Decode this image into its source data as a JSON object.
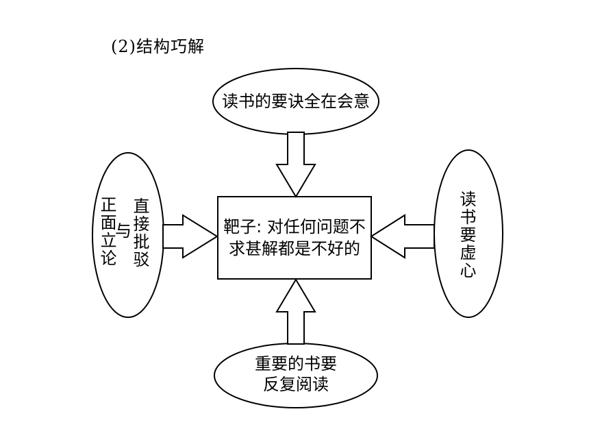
{
  "heading": "(2)结构巧解",
  "center": {
    "line1": "靶子: 对任何问题不",
    "line2": "求甚解都是不好的"
  },
  "top_node": "读书的要诀全在会意",
  "bottom_node": {
    "line1": "重要的书要",
    "line2": "反复阅读"
  },
  "right_node": "读书要虚心",
  "left_node": {
    "col1": "直接批驳",
    "connector": "与",
    "col2": "正面立论"
  }
}
